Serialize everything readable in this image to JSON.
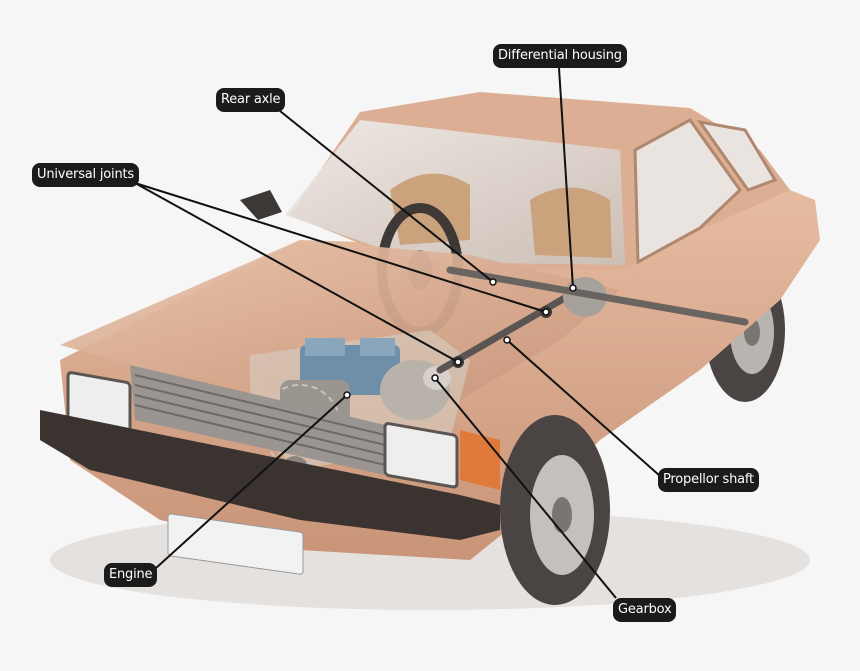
{
  "diagram": {
    "subject": "car-drivetrain-cutaway",
    "colors": {
      "body": "#d9a88a",
      "body_shadow": "#b98a70",
      "bumper": "#3a3330",
      "tyre": "#4a4442",
      "label_bg": "#1b1b1b",
      "label_text": "#ffffff",
      "leader_line": "#111111"
    },
    "labels": {
      "differential_housing": "Differential housing",
      "rear_axle": "Rear axle",
      "universal_joints": "Universal joints",
      "propellor_shaft": "Propellor shaft",
      "engine": "Engine",
      "gearbox": "Gearbox"
    }
  }
}
